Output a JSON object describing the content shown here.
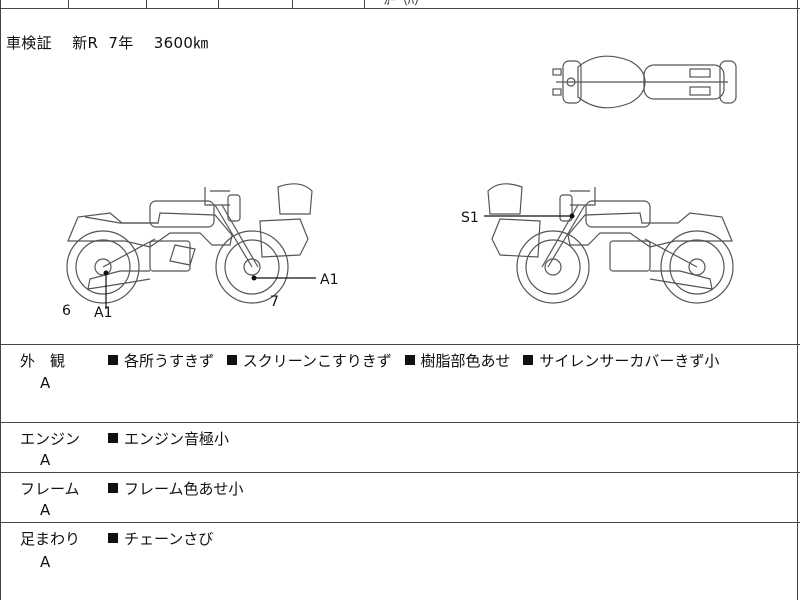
{
  "registration": {
    "label": "車検証",
    "status": "新R",
    "year": "7年",
    "mileage": "3600㎞"
  },
  "top_clip_text": "ｶｰ（ﾊ）",
  "diagram": {
    "left_view": {
      "rear_wheel_number": "6",
      "rear_marker": "A1",
      "front_wheel_number": "7",
      "front_marker": "A1"
    },
    "right_view": {
      "marker": "S1"
    }
  },
  "sections": [
    {
      "title": "外　観",
      "grade": "A",
      "notes": [
        "各所うすきず",
        "スクリーンこすりきず",
        "樹脂部色あせ",
        "サイレンサーカバーきず小"
      ]
    },
    {
      "title": "エンジン",
      "grade": "A",
      "notes": [
        "エンジン音極小"
      ]
    },
    {
      "title": "フレーム",
      "grade": "A",
      "notes": [
        "フレーム色あせ小"
      ]
    },
    {
      "title": "足まわり",
      "grade": "A",
      "notes": [
        "チェーンさび"
      ]
    }
  ]
}
